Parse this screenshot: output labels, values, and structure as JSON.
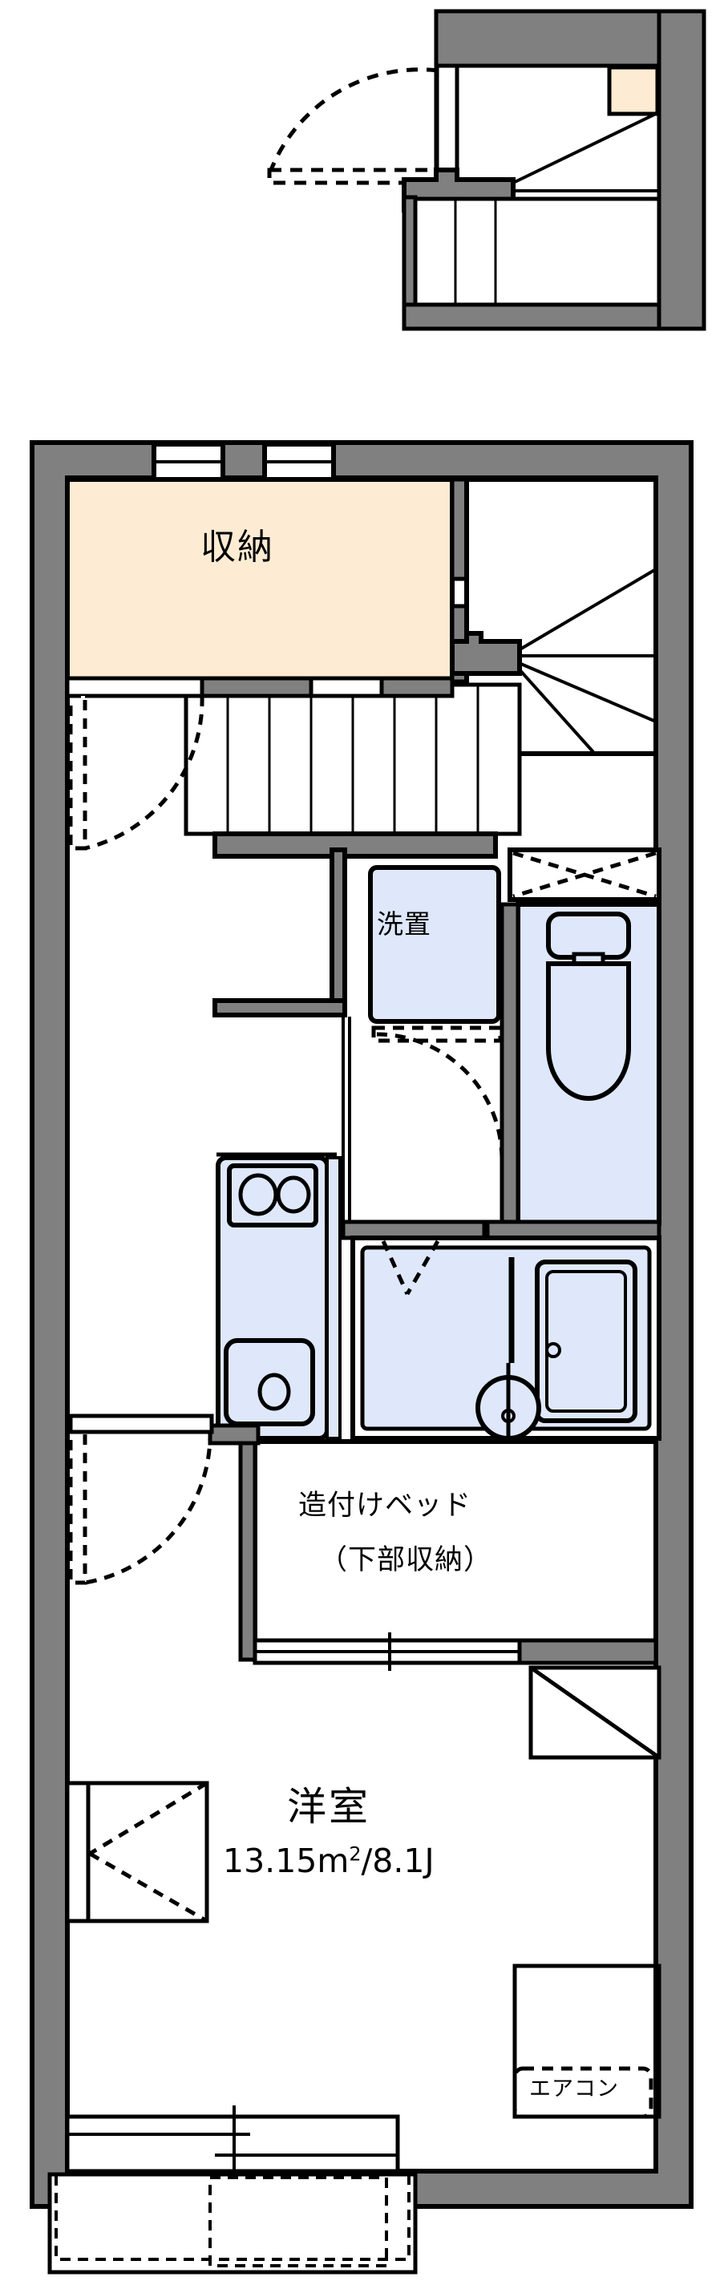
{
  "plan": {
    "type": "japanese-apartment-floor-plan",
    "layout_code": "1K",
    "colors": {
      "wall_fill": "#808080",
      "wall_stroke": "#000000",
      "storage_fill": "#fdecd3",
      "fixture_fill": "#dfe8fb",
      "background": "#ffffff",
      "line": "#000000"
    },
    "upper_plan": {
      "name": "entrance-stair-plan",
      "rooms": [
        {
          "key": "entry_hall",
          "label": ""
        },
        {
          "key": "shoe_box",
          "label": "",
          "fill": "storage"
        },
        {
          "key": "stair_landing",
          "label": ""
        }
      ]
    },
    "main_plan": {
      "name": "unit-floor-plan",
      "rooms": [
        {
          "key": "storage",
          "label": "収納"
        },
        {
          "key": "washer",
          "label": "洗置"
        },
        {
          "key": "toilet",
          "label": ""
        },
        {
          "key": "kitchen",
          "label": ""
        },
        {
          "key": "bath",
          "label": ""
        },
        {
          "key": "built_in_bed",
          "label_line1": "造付けベッド",
          "label_line2": "（下部収納）"
        },
        {
          "key": "western_room",
          "label": "洋室",
          "area_label": "13.15m²/8.1J",
          "area_number": "13.15",
          "area_unit_m": "m",
          "area_unit_sup": "2",
          "area_tail": "/8.1J"
        },
        {
          "key": "aircon",
          "label": "エアコン"
        },
        {
          "key": "balcony",
          "label": ""
        }
      ]
    },
    "labels": {
      "storage": "収納",
      "washer_place": "洗置",
      "built_in_bed_line1": "造付けベッド",
      "built_in_bed_line2": "（下部収納）",
      "western_room": "洋室",
      "area_number": "13.15",
      "area_unit": "m",
      "area_sup": "2",
      "area_tail": "/8.1J",
      "aircon": "エアコン"
    }
  }
}
